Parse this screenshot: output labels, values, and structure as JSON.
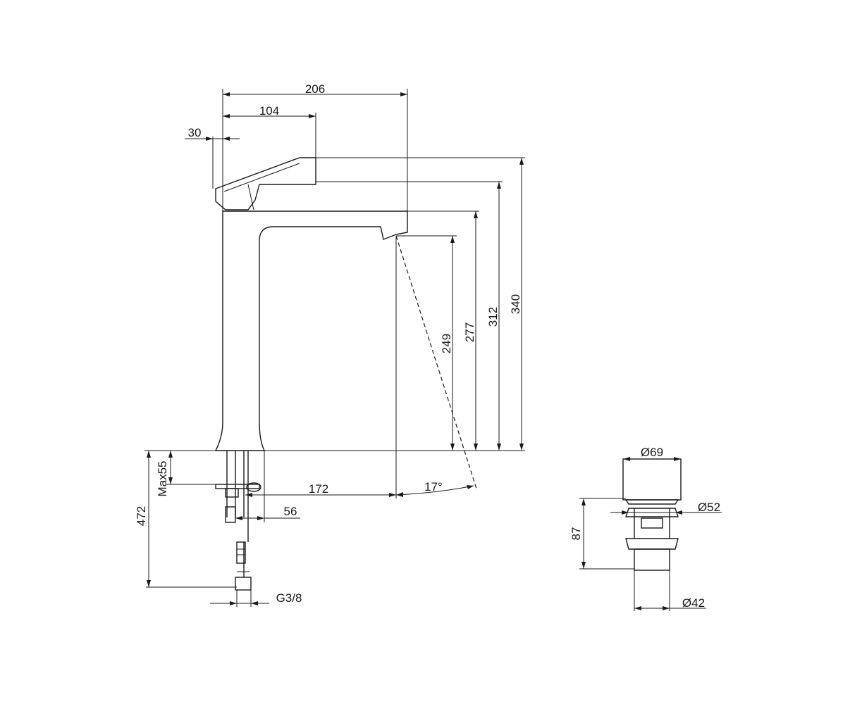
{
  "faucet_dimensions": {
    "overall_width": "206",
    "handle_length": "104",
    "handle_offset": "30",
    "total_height": "340",
    "lever_height": "312",
    "spout_height": "277",
    "outlet_height": "249",
    "spout_reach": "172",
    "body_offset": "56",
    "max_deck": "Max55",
    "hose_length": "472",
    "thread": "G3/8",
    "angle": "17°"
  },
  "drain_dimensions": {
    "cap_diameter": "Ø69",
    "flange_diameter": "Ø52",
    "body_height": "87",
    "pipe_diameter": "Ø42"
  }
}
